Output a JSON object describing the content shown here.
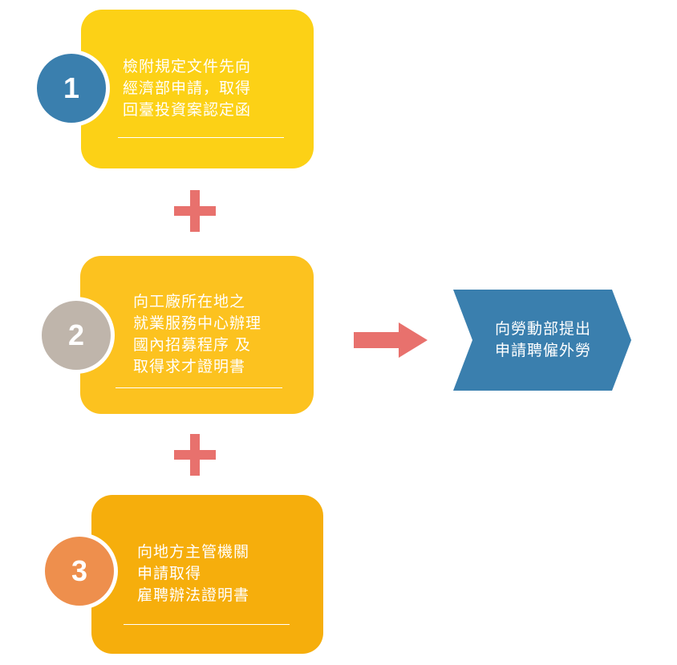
{
  "steps": [
    {
      "number": "1",
      "text": "檢附規定文件先向\n經濟部申請，取得\n回臺投資案認定函",
      "box_color": "#fcd116",
      "badge_color": "#3a7fae"
    },
    {
      "number": "2",
      "text": "向工廠所在地之\n就業服務中心辦理\n國內招募程序 及\n取得求才證明書",
      "box_color": "#fcc21f",
      "badge_color": "#bfb5ab"
    },
    {
      "number": "3",
      "text": "向地方主管機關\n申請取得\n雇聘辦法證明書",
      "box_color": "#f6ae0c",
      "badge_color": "#ee8f4d"
    }
  ],
  "result": {
    "text": "向勞動部提出\n申請聘僱外勞",
    "color": "#3a7fae"
  },
  "connector_color": "#e8716d"
}
